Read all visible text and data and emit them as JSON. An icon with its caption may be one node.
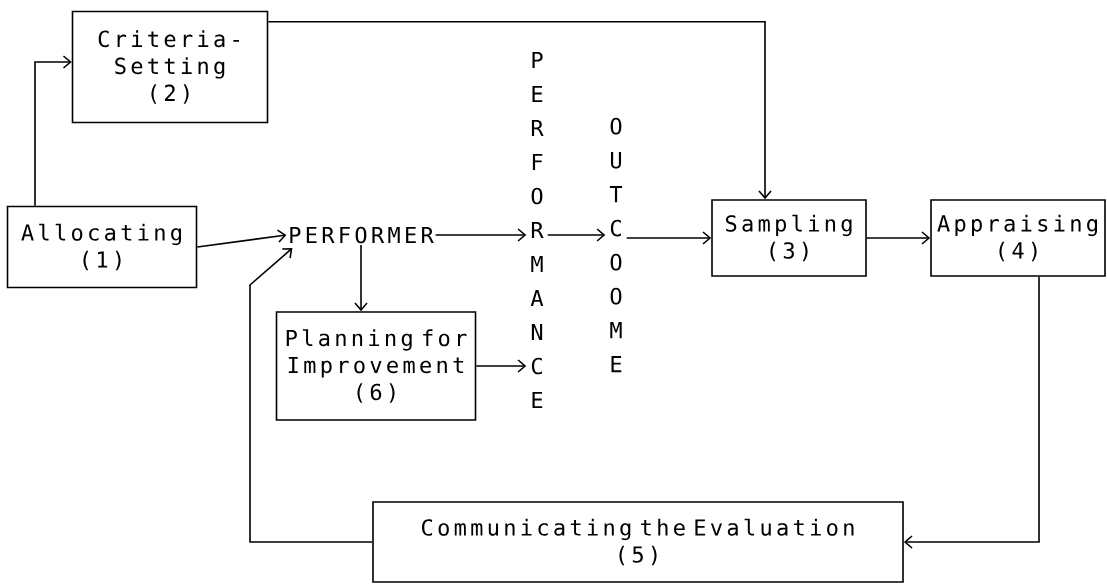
{
  "diagram": {
    "nodes": [
      {
        "text": [
          "Allocating",
          "(1)"
        ]
      },
      {
        "text": [
          "Criteria-Setting",
          "(2)"
        ]
      },
      {
        "text": [
          "PERFORMER"
        ]
      },
      {
        "text": [
          "Planning for Improvement",
          "(6)"
        ]
      },
      {
        "text": [
          "PERFORMANCE"
        ]
      },
      {
        "text": [
          "OUTCOOME"
        ]
      },
      {
        "text": [
          "Sampling",
          "(3)"
        ]
      },
      {
        "text": [
          "Appraising",
          "(4)"
        ]
      },
      {
        "text": [
          "Communicating the Evaluation",
          "(5)"
        ]
      }
    ],
    "edges": [
      {
        "from": 0,
        "to": 1,
        "arrow": "to"
      },
      {
        "from": 0,
        "to": 2,
        "arrow": "to"
      },
      {
        "from": 1,
        "to": 6,
        "arrow": "to"
      },
      {
        "from": 2,
        "to": 4,
        "arrow": "to"
      },
      {
        "from": 2,
        "to": 3,
        "arrow": "to"
      },
      {
        "from": 3,
        "to": 4,
        "arrow": "to"
      },
      {
        "from": 4,
        "to": 5,
        "arrow": "to"
      },
      {
        "from": 5,
        "to": 6,
        "arrow": "to"
      },
      {
        "from": 6,
        "to": 7,
        "arrow": "to"
      },
      {
        "from": 7,
        "to": 8,
        "arrow": "to"
      },
      {
        "from": 8,
        "to": 2,
        "arrow": "to"
      }
    ]
  }
}
